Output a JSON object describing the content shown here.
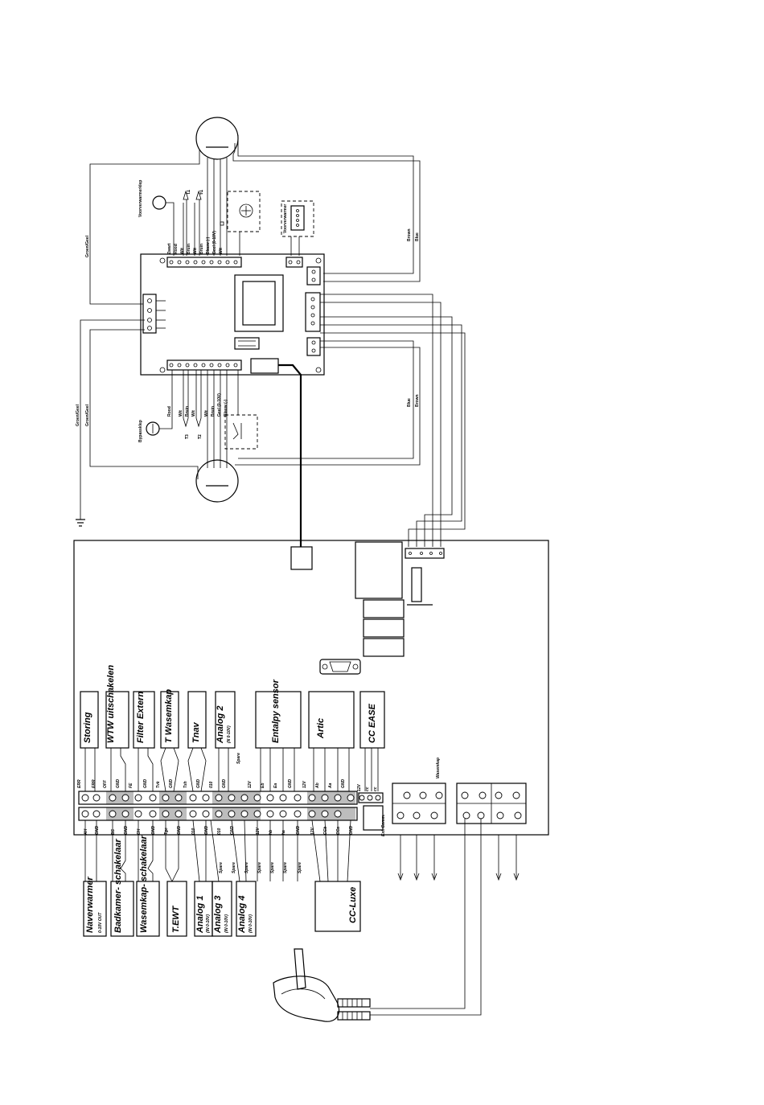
{
  "pcb": {
    "top_wires": [
      "Zwart",
      "Rood",
      "Wit",
      "Bruin",
      "Wit",
      "Bruin",
      "Blauw (-)",
      "Geel (0-10V)",
      "Wit"
    ],
    "bottom_wires": [
      "Rood",
      "Wit",
      "Bruin",
      "Wit",
      "Wit",
      "Bruin",
      "Geel (0-10V)",
      "Blauw (-)"
    ],
    "top_label_left": "Groen/Geel",
    "bottom_label_left_1": "Groen/Geel",
    "bottom_label_left_2": "Groen/Geel",
    "voorverwarmer_ntc": "Voorverwarmerklep",
    "bypass": "Bypassklep",
    "t1": "T1",
    "t4": "T4",
    "t3": "T3",
    "t2": "T2",
    "voorverwarmer": "Voorverwarmer",
    "brown_top": "Brown",
    "blue_top": "Blue",
    "blue_bottom": "Blue",
    "brown_bottom": "Brown"
  },
  "upper_modules": [
    {
      "label": "Storing"
    },
    {
      "label": "WTW uitschakelen"
    },
    {
      "label": "Filter Extern"
    },
    {
      "label": "T Wasemkap"
    },
    {
      "label": "Tnav"
    },
    {
      "label": "Analog 2",
      "sub": "(N 0-10V)"
    },
    {
      "label": "Entalpy sensor"
    },
    {
      "label": "Artic"
    },
    {
      "label": "CC EASE"
    }
  ],
  "upper_terms": [
    "ERR",
    "ERR",
    "OFF",
    "GND",
    "FE",
    "GND",
    "Tvk",
    "GND",
    "Tsh",
    "GND",
    "010",
    "GND",
    "Spare",
    "12V",
    "Eb",
    "Ea",
    "GND",
    "12V",
    "Ab",
    "Aa",
    "GND",
    "12V",
    "cc",
    "cc"
  ],
  "lower_terms": [
    "AH",
    "GND",
    "BS",
    "GND",
    "CH",
    "GND",
    "Tge",
    "GND",
    "010",
    "GND",
    "010",
    "GND",
    "12V",
    "hb",
    "ha",
    "GND",
    "12V",
    "CCb",
    "CCa",
    "GND"
  ],
  "spare": "Spare",
  "wasemkap": "Wasemkap",
  "ext_comm": "Ext. Comm.",
  "lower_modules": [
    {
      "label": "Naverwarmer",
      "sub": "0-10V OUT"
    },
    {
      "label": "Badkamer- schakelaar"
    },
    {
      "label": "Wasemkap- schakelaar"
    },
    {
      "label": "T.EWT"
    },
    {
      "label": "Analog 1",
      "sub": "(IN 0-10V)"
    },
    {
      "label": "Analog 3",
      "sub": "(IN 0-10V)"
    },
    {
      "label": "Analog 4",
      "sub": "(IN 0-10V)"
    },
    {
      "label": "CC-Luxe"
    }
  ]
}
